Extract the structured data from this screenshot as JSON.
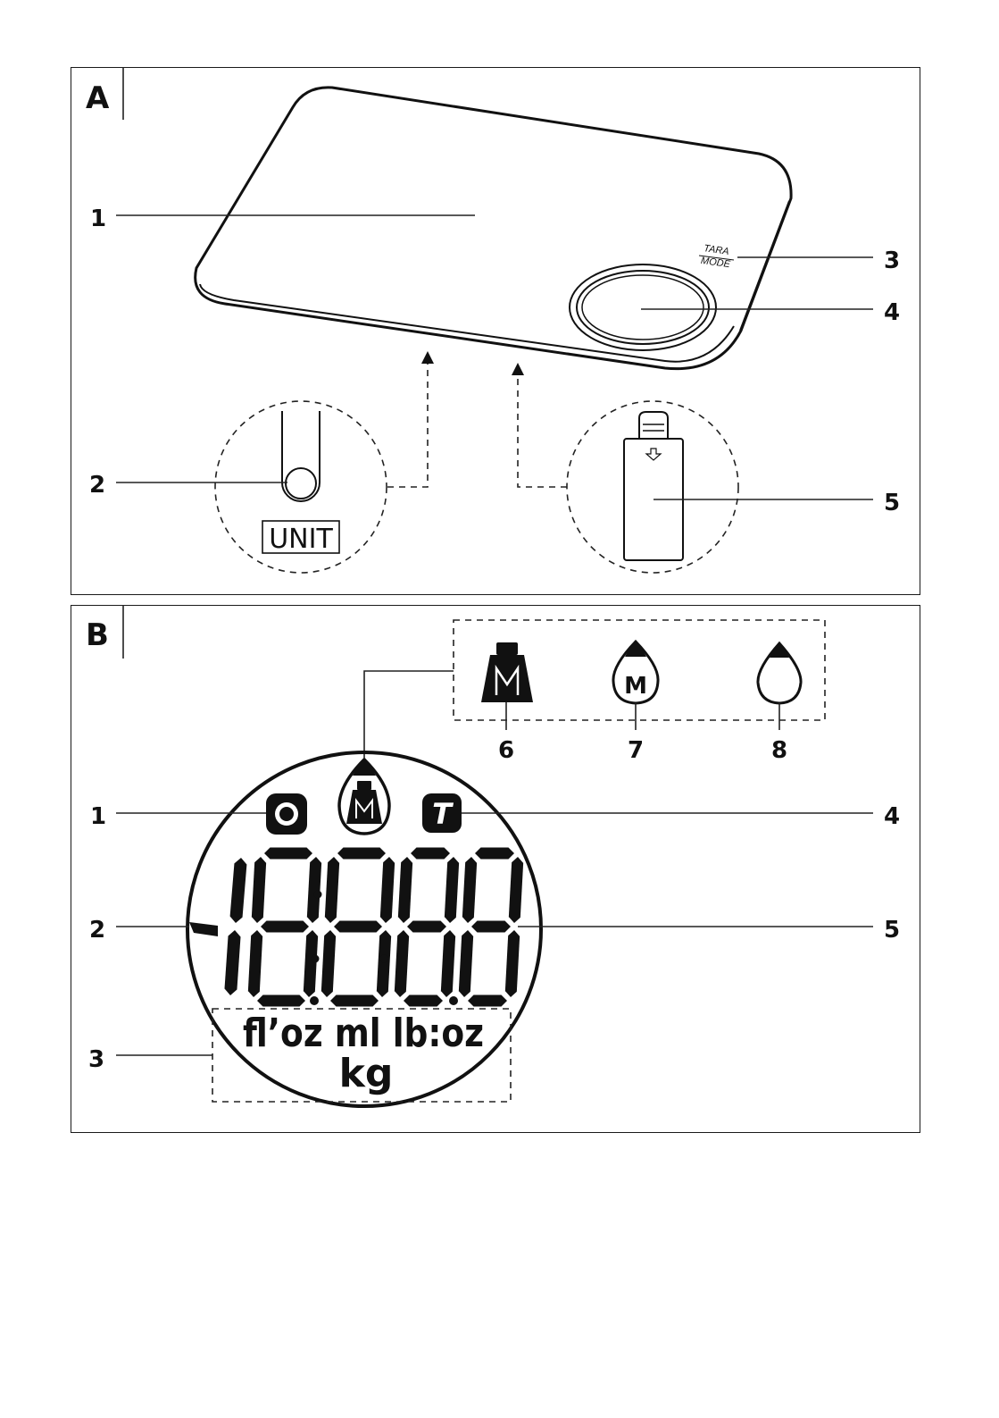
{
  "panel_a": {
    "letter": "A",
    "callouts": [
      "1",
      "2",
      "3",
      "4",
      "5"
    ],
    "tara_mode_top": "TARA",
    "tara_mode_bottom": "MODE",
    "unit_label": "UNIT"
  },
  "panel_b": {
    "letter": "B",
    "callouts": [
      "1",
      "2",
      "3",
      "4",
      "5",
      "6",
      "7",
      "8"
    ],
    "icon_m": "M",
    "icon_tare": "T",
    "units_line1": "fl’oz ml lb:oz",
    "units_line2": "kg"
  }
}
